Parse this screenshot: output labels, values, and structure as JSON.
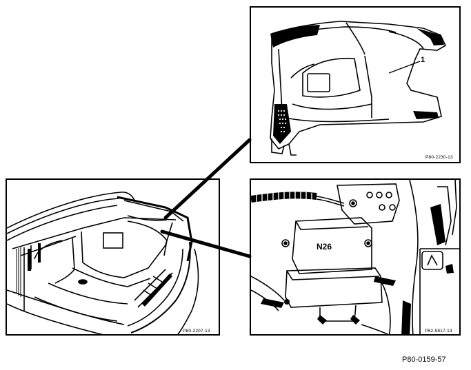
{
  "figure": {
    "document_id": "P80-0159-57"
  },
  "panels": {
    "trunk": {
      "code": "P80-2207-13"
    },
    "side_trim": {
      "code": "P80-2230-13",
      "callout": "1"
    },
    "control_unit": {
      "code": "P82-5817-13",
      "label": "N26"
    }
  }
}
